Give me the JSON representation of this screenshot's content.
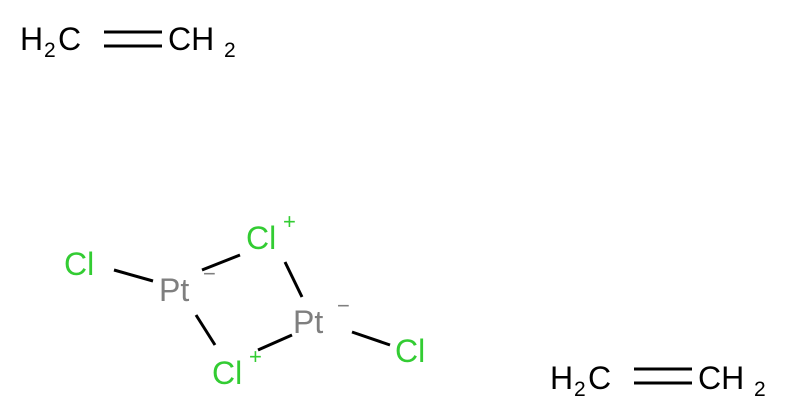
{
  "colors": {
    "carbon": "#000000",
    "chlorine": "#33cc33",
    "platinum": "#7f7f7f",
    "bond": "#000000"
  },
  "ethylene_top": {
    "left_atom": "H",
    "left_sub": "2",
    "left_c": "C",
    "right_c": "CH",
    "right_sub": "2"
  },
  "ethylene_bottom": {
    "left_atom": "H",
    "left_sub": "2",
    "left_c": "C",
    "right_c": "CH",
    "right_sub": "2"
  },
  "complex": {
    "cl_terminal_left": "Cl",
    "pt_upper": "Pt",
    "pt_upper_charge": "−",
    "cl_bridge_top": "Cl",
    "cl_bridge_top_charge": "+",
    "pt_lower": "Pt",
    "pt_lower_charge": "−",
    "cl_bridge_bottom": "Cl",
    "cl_bridge_bottom_charge": "+",
    "cl_terminal_right": "Cl"
  }
}
